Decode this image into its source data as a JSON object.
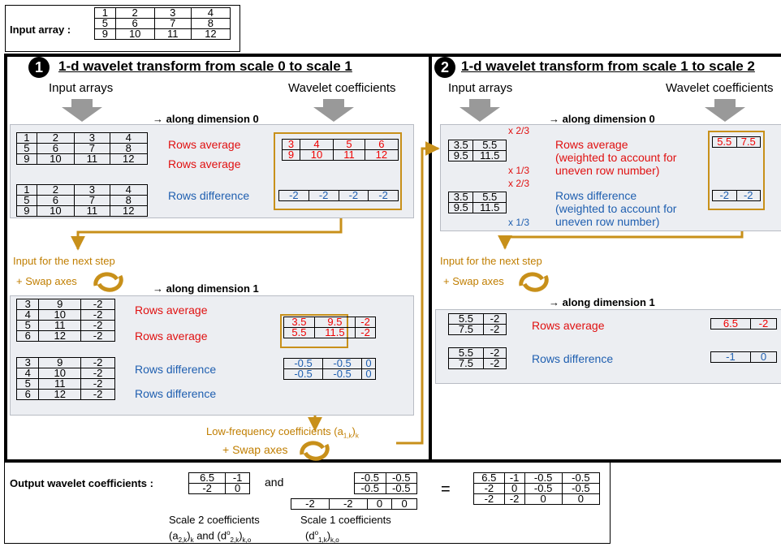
{
  "input_array": {
    "label": "Input array :",
    "rows": [
      [
        "1",
        "2",
        "3",
        "4"
      ],
      [
        "5",
        "6",
        "7",
        "8"
      ],
      [
        "9",
        "10",
        "11",
        "12"
      ]
    ]
  },
  "section1": {
    "num": "1",
    "title": "1-d wavelet transform from scale 0 to scale 1",
    "input_arrays": "Input arrays",
    "wavelet_coefficients": "Wavelet coefficients",
    "along_dim0": "→ along dimension 0",
    "along_dim1": "→ along dimension 1",
    "rows_average": "Rows average",
    "rows_difference": "Rows difference",
    "input_next_step": "Input for the next step",
    "swap_axes": "+ Swap axes",
    "low_freq": "Low-frequency coefficients (a",
    "low_freq_sub": "1,k",
    "low_freq_end": ")",
    "low_freq_k": "k",
    "swap_axes2": "+ Swap axes",
    "avg_out": [
      [
        "3",
        "4",
        "5",
        "6"
      ],
      [
        "9",
        "10",
        "11",
        "12"
      ]
    ],
    "diff_out": [
      [
        "-2",
        "-2",
        "-2",
        "-2"
      ]
    ],
    "dim1_input": [
      [
        "3",
        "9",
        "-2"
      ],
      [
        "4",
        "10",
        "-2"
      ],
      [
        "5",
        "11",
        "-2"
      ],
      [
        "6",
        "12",
        "-2"
      ]
    ],
    "dim1_avg_out": [
      [
        "3.5",
        "9.5",
        "-2"
      ],
      [
        "5.5",
        "11.5",
        "-2"
      ]
    ],
    "dim1_diff_out": [
      [
        "-0.5",
        "-0.5",
        "0"
      ],
      [
        "-0.5",
        "-0.5",
        "0"
      ]
    ]
  },
  "section2": {
    "num": "2",
    "title": "1-d wavelet transform from scale 1 to scale 2",
    "input_arrays": "Input arrays",
    "wavelet_coefficients": "Wavelet coefficients",
    "along_dim0": "→ along dimension 0",
    "along_dim1": "→ along dimension 1",
    "x23": "x 2/3",
    "x13": "x 1/3",
    "rows_average_weighted": [
      "Rows average",
      "(weighted to account for",
      "uneven row number)"
    ],
    "rows_difference_weighted": [
      "Rows difference",
      "(weighted to account for",
      "uneven row number)"
    ],
    "input": [
      [
        "3.5",
        "5.5"
      ],
      [
        "9.5",
        "11.5"
      ]
    ],
    "avg_out": [
      [
        "5.5",
        "7.5"
      ]
    ],
    "diff_out": [
      [
        "-2",
        "-2"
      ]
    ],
    "input_next_step": "Input for the next step",
    "swap_axes": "+ Swap axes",
    "dim1_input": [
      [
        "5.5",
        "-2"
      ],
      [
        "7.5",
        "-2"
      ]
    ],
    "rows_average": "Rows average",
    "rows_difference": "Rows difference",
    "dim1_avg_out": [
      [
        "6.5",
        "-2"
      ]
    ],
    "dim1_diff_out": [
      [
        "-1",
        "0"
      ]
    ]
  },
  "output": {
    "label": "Output wavelet coefficients :",
    "and": "and",
    "equals": "=",
    "scale2": [
      [
        "6.5",
        "-1"
      ],
      [
        "-2",
        "0"
      ]
    ],
    "scale1_top": [
      [
        "-0.5",
        "-0.5"
      ],
      [
        "-0.5",
        "-0.5"
      ]
    ],
    "scale1_bottom": [
      [
        "-2",
        "-2",
        "0",
        "0"
      ]
    ],
    "result": [
      [
        "6.5",
        "-1",
        "-0.5",
        "-0.5"
      ],
      [
        "-2",
        "0",
        "-0.5",
        "-0.5"
      ],
      [
        "-2",
        "-2",
        "0",
        "0"
      ]
    ],
    "scale2_caption": "Scale 2 coefficients",
    "scale2_caption2": "(a",
    "scale2_sub1": "2,k",
    "scale2_mid": ")",
    "scale2_k": "k",
    "scale2_and": " and (d",
    "scale2_o": "o",
    "scale2_sub2": "2,k",
    "scale2_end": ")",
    "scale2_ko": "k,o",
    "scale1_caption": "Scale 1 coefficients",
    "scale1_caption2": "(d",
    "scale1_o": "o",
    "scale1_sub": "1,k",
    "scale1_end": ")",
    "scale1_ko": "k,o"
  },
  "colors": {
    "red": "#e01010",
    "blue": "#1f5fb0",
    "gold": "#c8901a",
    "gray": "#999"
  }
}
